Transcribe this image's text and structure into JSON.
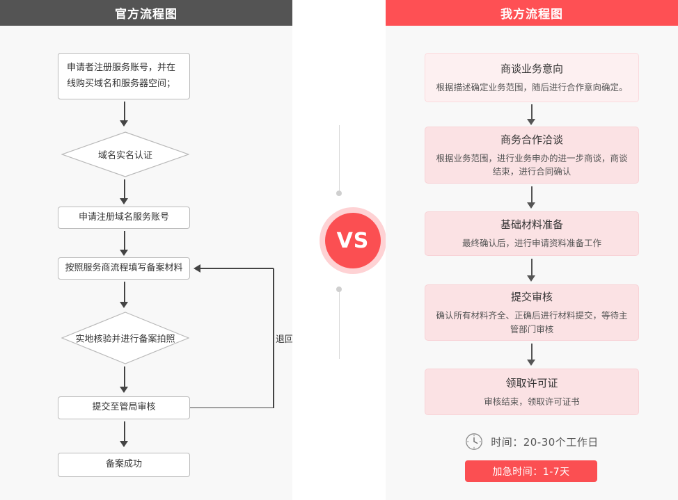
{
  "left": {
    "header_title": "官方流程图",
    "nodes": [
      {
        "id": "n1",
        "type": "box",
        "text": "申请者注册服务账号，并在线购买域名和服务器空间；"
      },
      {
        "id": "n2",
        "type": "diamond",
        "text": "域名实名认证"
      },
      {
        "id": "n3",
        "type": "box",
        "text": "申请注册域名服务账号"
      },
      {
        "id": "n4",
        "type": "box",
        "text": "按照服务商流程填写备案材料"
      },
      {
        "id": "n5",
        "type": "diamond",
        "text": "实地核验并进行备案拍照"
      },
      {
        "id": "n6",
        "type": "box",
        "text": "提交至管局审核"
      },
      {
        "id": "n7",
        "type": "box",
        "text": "备案成功"
      }
    ],
    "loop_label": "退回"
  },
  "middle": {
    "vs_label": "VS"
  },
  "right": {
    "header_title": "我方流程图",
    "cards": [
      {
        "title": "商谈业务意向",
        "desc": "根据描述确定业务范围，随后进行合作意向确定。",
        "tone": "light"
      },
      {
        "title": "商务合作洽谈",
        "desc": "根据业务范围，进行业务申办的进一步商谈，商谈结束，进行合同确认",
        "tone": "deep"
      },
      {
        "title": "基础材料准备",
        "desc": "最终确认后，进行申请资料准备工作",
        "tone": "deep"
      },
      {
        "title": "提交审核",
        "desc": "确认所有材料齐全、正确后进行材料提交，等待主管部门审核",
        "tone": "deep"
      },
      {
        "title": "领取许可证",
        "desc": "审核结束，领取许可证书",
        "tone": "deep"
      }
    ],
    "footer": {
      "clock_icon": "clock-icon",
      "time_text": "时间：20-30个工作日",
      "rush_badge": "加急时间：1-7天"
    }
  },
  "colors": {
    "left_header_bg": "#545454",
    "right_header_bg": "#fe5054",
    "accent_red": "#fb4f52",
    "panel_bg": "#f8f8f8",
    "card_light": "#fdf0f1",
    "card_deep": "#fbe2e4"
  }
}
